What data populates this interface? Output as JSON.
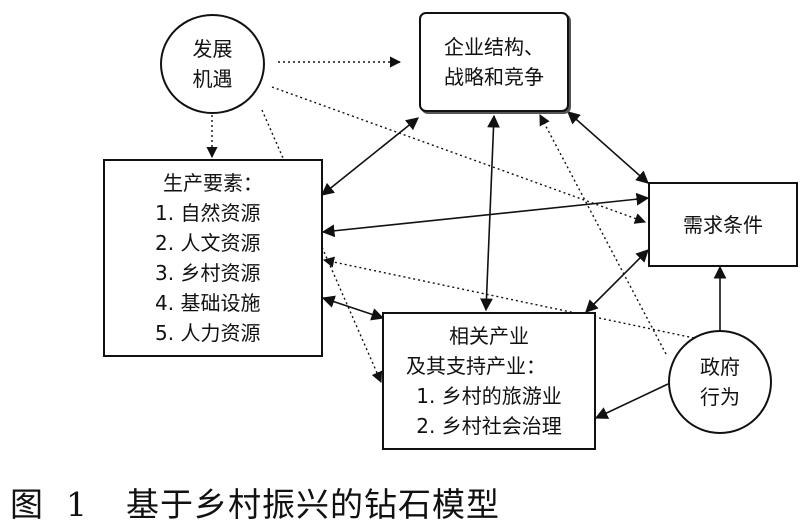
{
  "nodes": {
    "opportunity": {
      "line1": "发展",
      "line2": "机遇"
    },
    "strategy": {
      "line1": "企业结构、",
      "line2": "战略和竞争"
    },
    "factors": {
      "title": "生产要素：",
      "items": [
        "1. 自然资源",
        "2. 人文资源",
        "3. 乡村资源",
        "4. 基础设施",
        "5. 人力资源"
      ]
    },
    "demand": {
      "label": "需求条件"
    },
    "related": {
      "line1": "相关产业",
      "line2": "及其支持产业：",
      "items": [
        "1. 乡村的旅游业",
        "2. 乡村社会治理"
      ]
    },
    "government": {
      "line1": "政府",
      "line2": "行为"
    }
  },
  "caption": {
    "figure": "图",
    "number": "1",
    "title": "基于乡村振兴的钻石模型"
  }
}
